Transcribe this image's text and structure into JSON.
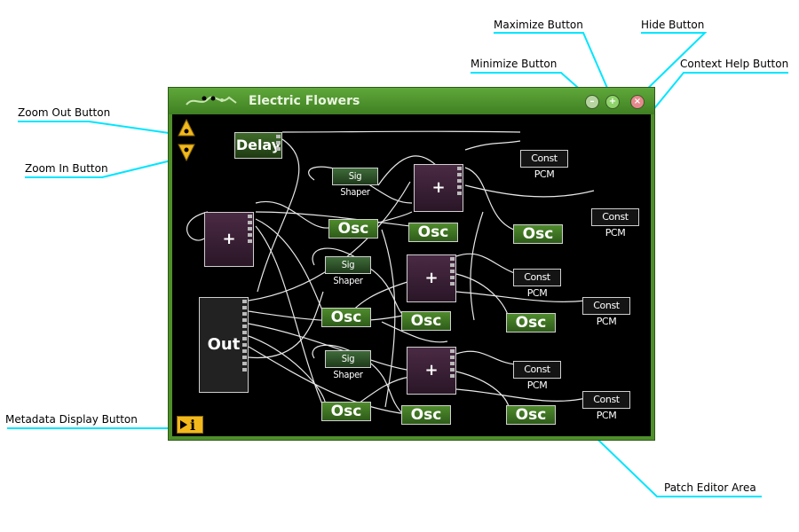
{
  "window": {
    "title": "Electric Flowers",
    "minimize_icon": "minus-icon",
    "maximize_icon": "plus-icon",
    "hide_icon": "close-icon",
    "help_icon": "question-icon",
    "help_glyph": "?",
    "close_glyph": "×",
    "max_glyph": "+",
    "min_glyph": "–",
    "accent": "#4f8f2b",
    "editor_bg": "#000000"
  },
  "callouts": {
    "zoom_out": "Zoom Out Button",
    "zoom_in": "Zoom In Button",
    "minimize": "Minimize Button",
    "maximize": "Maximize Button",
    "hide": "Hide Button",
    "context_help": "Context Help Button",
    "metadata": "Metadata Display Button",
    "patch_editor": "Patch Editor Area",
    "line_color": "#00e5ff"
  },
  "metadata_button": {
    "glyph": "i",
    "icon": "metadata-icon"
  },
  "modules": {
    "delay": "Delay",
    "out": "Out",
    "plus": "+",
    "osc": "Osc",
    "sig_shaper": "Sig Shaper",
    "const_pcm": "Const PCM"
  }
}
